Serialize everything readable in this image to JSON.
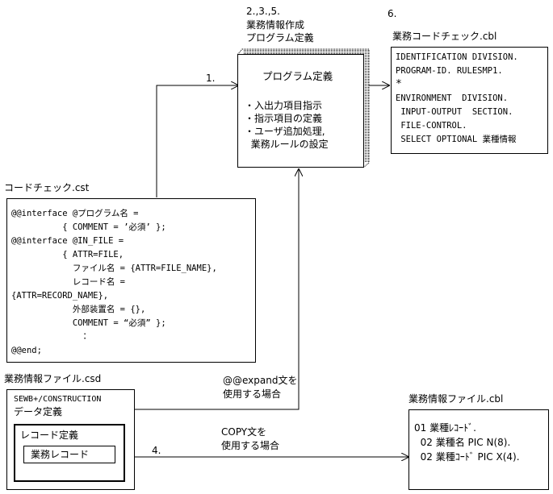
{
  "program_block": {
    "step_label": "2.,3.,5.",
    "title_line1": "業務情報作成",
    "title_line2": "プログラム定義",
    "box_title": "プログラム定義",
    "bullets": [
      "・入出力項目指示",
      "・指示項目の定義",
      "・ユーザ追加処理,",
      "  業務ルールの設定"
    ]
  },
  "cobol_output": {
    "step_label": "6.",
    "file_name": "業務コードチェック.cbl",
    "lines": [
      "IDENTIFICATION DIVISION.",
      "PROGRAM-ID. RULESMP1.",
      "*",
      "ENVIRONMENT  DIVISION.",
      " INPUT-OUTPUT  SECTION.",
      " FILE-CONTROL.",
      " SELECT OPTIONAL 業種情報"
    ]
  },
  "arrow1_label": "1.",
  "cst_file": {
    "file_name": "コードチェック.cst",
    "lines": [
      "@@interface @プログラム名 =",
      "          { COMMENT = ’必須’ };",
      "@@interface @IN_FILE =",
      "          { ATTR=FILE,",
      "            ファイル名 = {ATTR=FILE_NAME},",
      "            レコード名 =",
      "{ATTR=RECORD_NAME},",
      "            外部装置名 = {},",
      "            COMMENT = “必須” };",
      "              ：",
      "@@end;"
    ]
  },
  "csd_file": {
    "file_name": "業務情報ファイル.csd",
    "product": "SEWB+/CONSTRUCTION",
    "data_def": "データ定義",
    "record_def": "レコード定義",
    "record_name": "業務レコード"
  },
  "expand_label": {
    "line1": "@@expand文を",
    "line2": "使用する場合"
  },
  "copy_label": {
    "step": "4.",
    "line1": "COPY文を",
    "line2": "使用する場合"
  },
  "cbl_file": {
    "file_name": "業務情報ファイル.cbl",
    "lines": [
      "01 業種ﾚｺｰﾄﾞ.",
      "  02 業種名 PIC N(8).",
      "  02 業種ｺｰﾄﾞ PIC X(4)."
    ]
  }
}
